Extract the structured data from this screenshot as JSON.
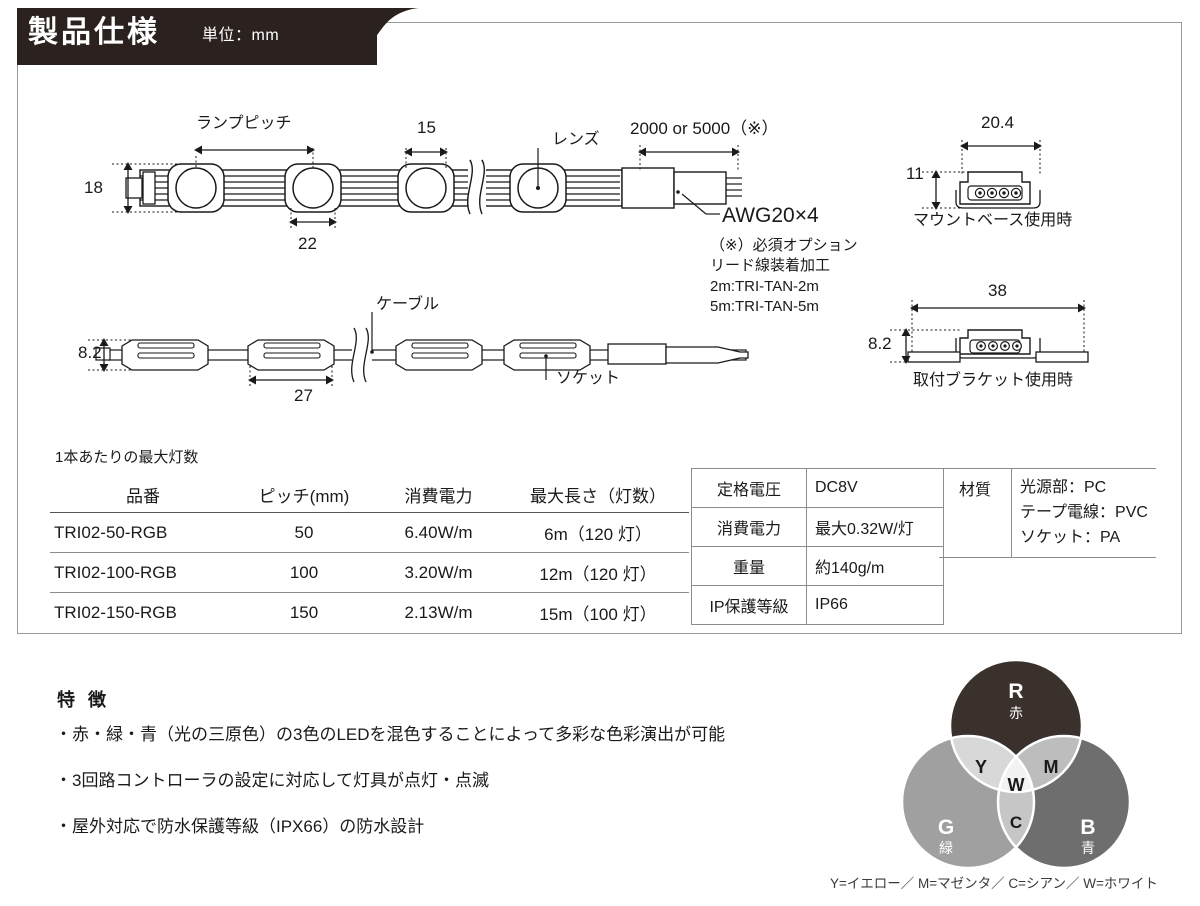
{
  "header": {
    "title": "製品仕様",
    "unit": "単位：mm"
  },
  "drawing_top": {
    "lamp_pitch_label": "ランプピッチ",
    "dim_15": "15",
    "dim_18": "18",
    "dim_22": "22",
    "lens_label": "レンズ",
    "lead_length": "2000 or 5000（※）",
    "awg_label": "AWG20×4",
    "option_notes": "（※）必須オプション\nリード線装着加工\n2m:TRI-TAN-2m\n5m:TRI-TAN-5m"
  },
  "drawing_side": {
    "dim_8_2": "8.2",
    "dim_27": "27",
    "cable_label": "ケーブル",
    "socket_label": "ソケット"
  },
  "cross_sections": [
    {
      "width_dim": "20.4",
      "height_dim": "11",
      "caption": "マウントベース使用時"
    },
    {
      "width_dim": "38",
      "height_dim": "8.2",
      "caption": "取付ブラケット使用時"
    }
  ],
  "main_table": {
    "caption": "1本あたりの最大灯数",
    "headers": [
      "品番",
      "ピッチ(mm)",
      "消費電力",
      "最大長さ（灯数）"
    ],
    "rows": [
      [
        "TRI02-50-RGB",
        "50",
        "6.40W/m",
        "6m（120 灯）"
      ],
      [
        "TRI02-100-RGB",
        "100",
        "3.20W/m",
        "12m（120 灯）"
      ],
      [
        "TRI02-150-RGB",
        "150",
        "2.13W/m",
        "15m（100 灯）"
      ]
    ]
  },
  "spec_table": {
    "rows": [
      {
        "key": "定格電圧",
        "value": "DC8V"
      },
      {
        "key": "消費電力",
        "value": "最大0.32W/灯"
      },
      {
        "key": "重量",
        "value": "約140g/m"
      },
      {
        "key": "IP保護等級",
        "value": "IP66"
      }
    ]
  },
  "material_table": {
    "key": "材質",
    "lines": [
      "光源部：PC",
      "テープ電線：PVC",
      "ソケット：PA"
    ]
  },
  "features": {
    "title": "特 徴",
    "items": [
      "・赤・緑・青（光の三原色）の3色のLEDを混色することによって多彩な色彩演出が可能",
      "・3回路コントローラの設定に対応して灯具が点灯・点滅",
      "・屋外対応で防水保護等級（IPX66）の防水設計"
    ]
  },
  "venn": {
    "circles": [
      {
        "letter": "R",
        "jp": "赤",
        "color": "#3a302c"
      },
      {
        "letter": "G",
        "jp": "緑",
        "color": "#a0a0a0"
      },
      {
        "letter": "B",
        "jp": "青",
        "color": "#6e6e6e"
      }
    ],
    "overlaps": [
      {
        "letter": "Y",
        "color": "#d8d8d8"
      },
      {
        "letter": "M",
        "color": "#bdbdbd"
      },
      {
        "letter": "C",
        "color": "#c6c6c6"
      },
      {
        "letter": "W",
        "color": "#f2f2f2"
      }
    ],
    "legend": "Y=イエロー／ M=マゼンタ／ C=シアン／ W=ホワイト"
  },
  "colors": {
    "banner_bg": "#2b211e",
    "panel_border": "#9b9b9b",
    "line": "#1a1a1a"
  }
}
